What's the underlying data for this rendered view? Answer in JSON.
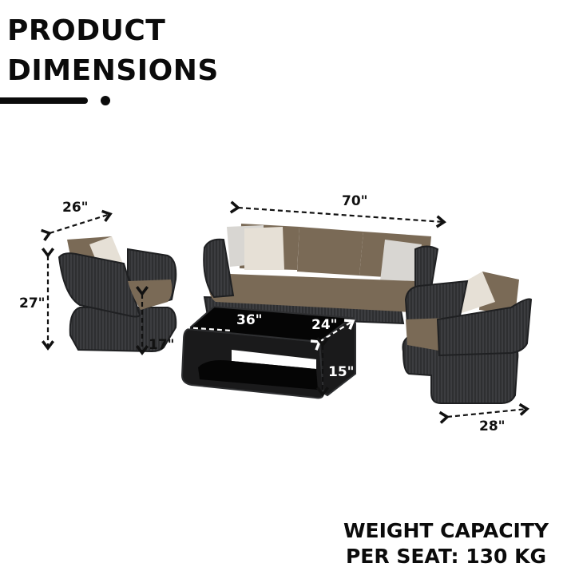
{
  "header": {
    "title_line1": "PRODUCT",
    "title_line2": "DIMENSIONS"
  },
  "dimensions": {
    "armchair_left_width": "26\"",
    "armchair_left_height": "27\"",
    "armchair_left_seat_height": "17\"",
    "sofa_width": "70\"",
    "table_length": "36\"",
    "table_depth": "24\"",
    "table_height": "15\"",
    "armchair_right_width": "28\""
  },
  "footer": {
    "line1": "WEIGHT CAPACITY",
    "line2": "PER SEAT: 130 KG"
  },
  "colors": {
    "text": "#0b0b0b",
    "frame": "#2e2f31",
    "cushion": "#7a6a56",
    "pillow_light": "#d8d6d2",
    "pillow_cream": "#e6e0d6",
    "table_top": "#050505"
  }
}
